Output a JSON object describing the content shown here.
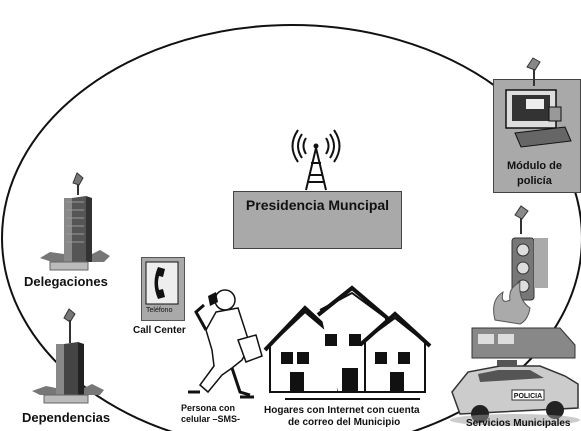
{
  "center": {
    "label": "Presidencia Muncipal"
  },
  "police_module": {
    "label_line1": "Módulo de",
    "label_line2": "policía"
  },
  "delegaciones": {
    "label": "Delegaciones"
  },
  "dependencias": {
    "label": "Dependencias"
  },
  "call_center": {
    "label": "Call Center",
    "phone_caption": "Teléfono"
  },
  "persona": {
    "label_line1": "Persona con",
    "label_line2": "celular –SMS-"
  },
  "hogares": {
    "label_line1": "Hogares con Internet con cuenta",
    "label_line2": "de correo del Municipio"
  },
  "servicios": {
    "label": "Servicios Municipales"
  },
  "police_car": {
    "decal": "POLICIA"
  },
  "colors": {
    "box_gray": "#a9a9a9",
    "line": "#111111",
    "background": "#ffffff"
  }
}
